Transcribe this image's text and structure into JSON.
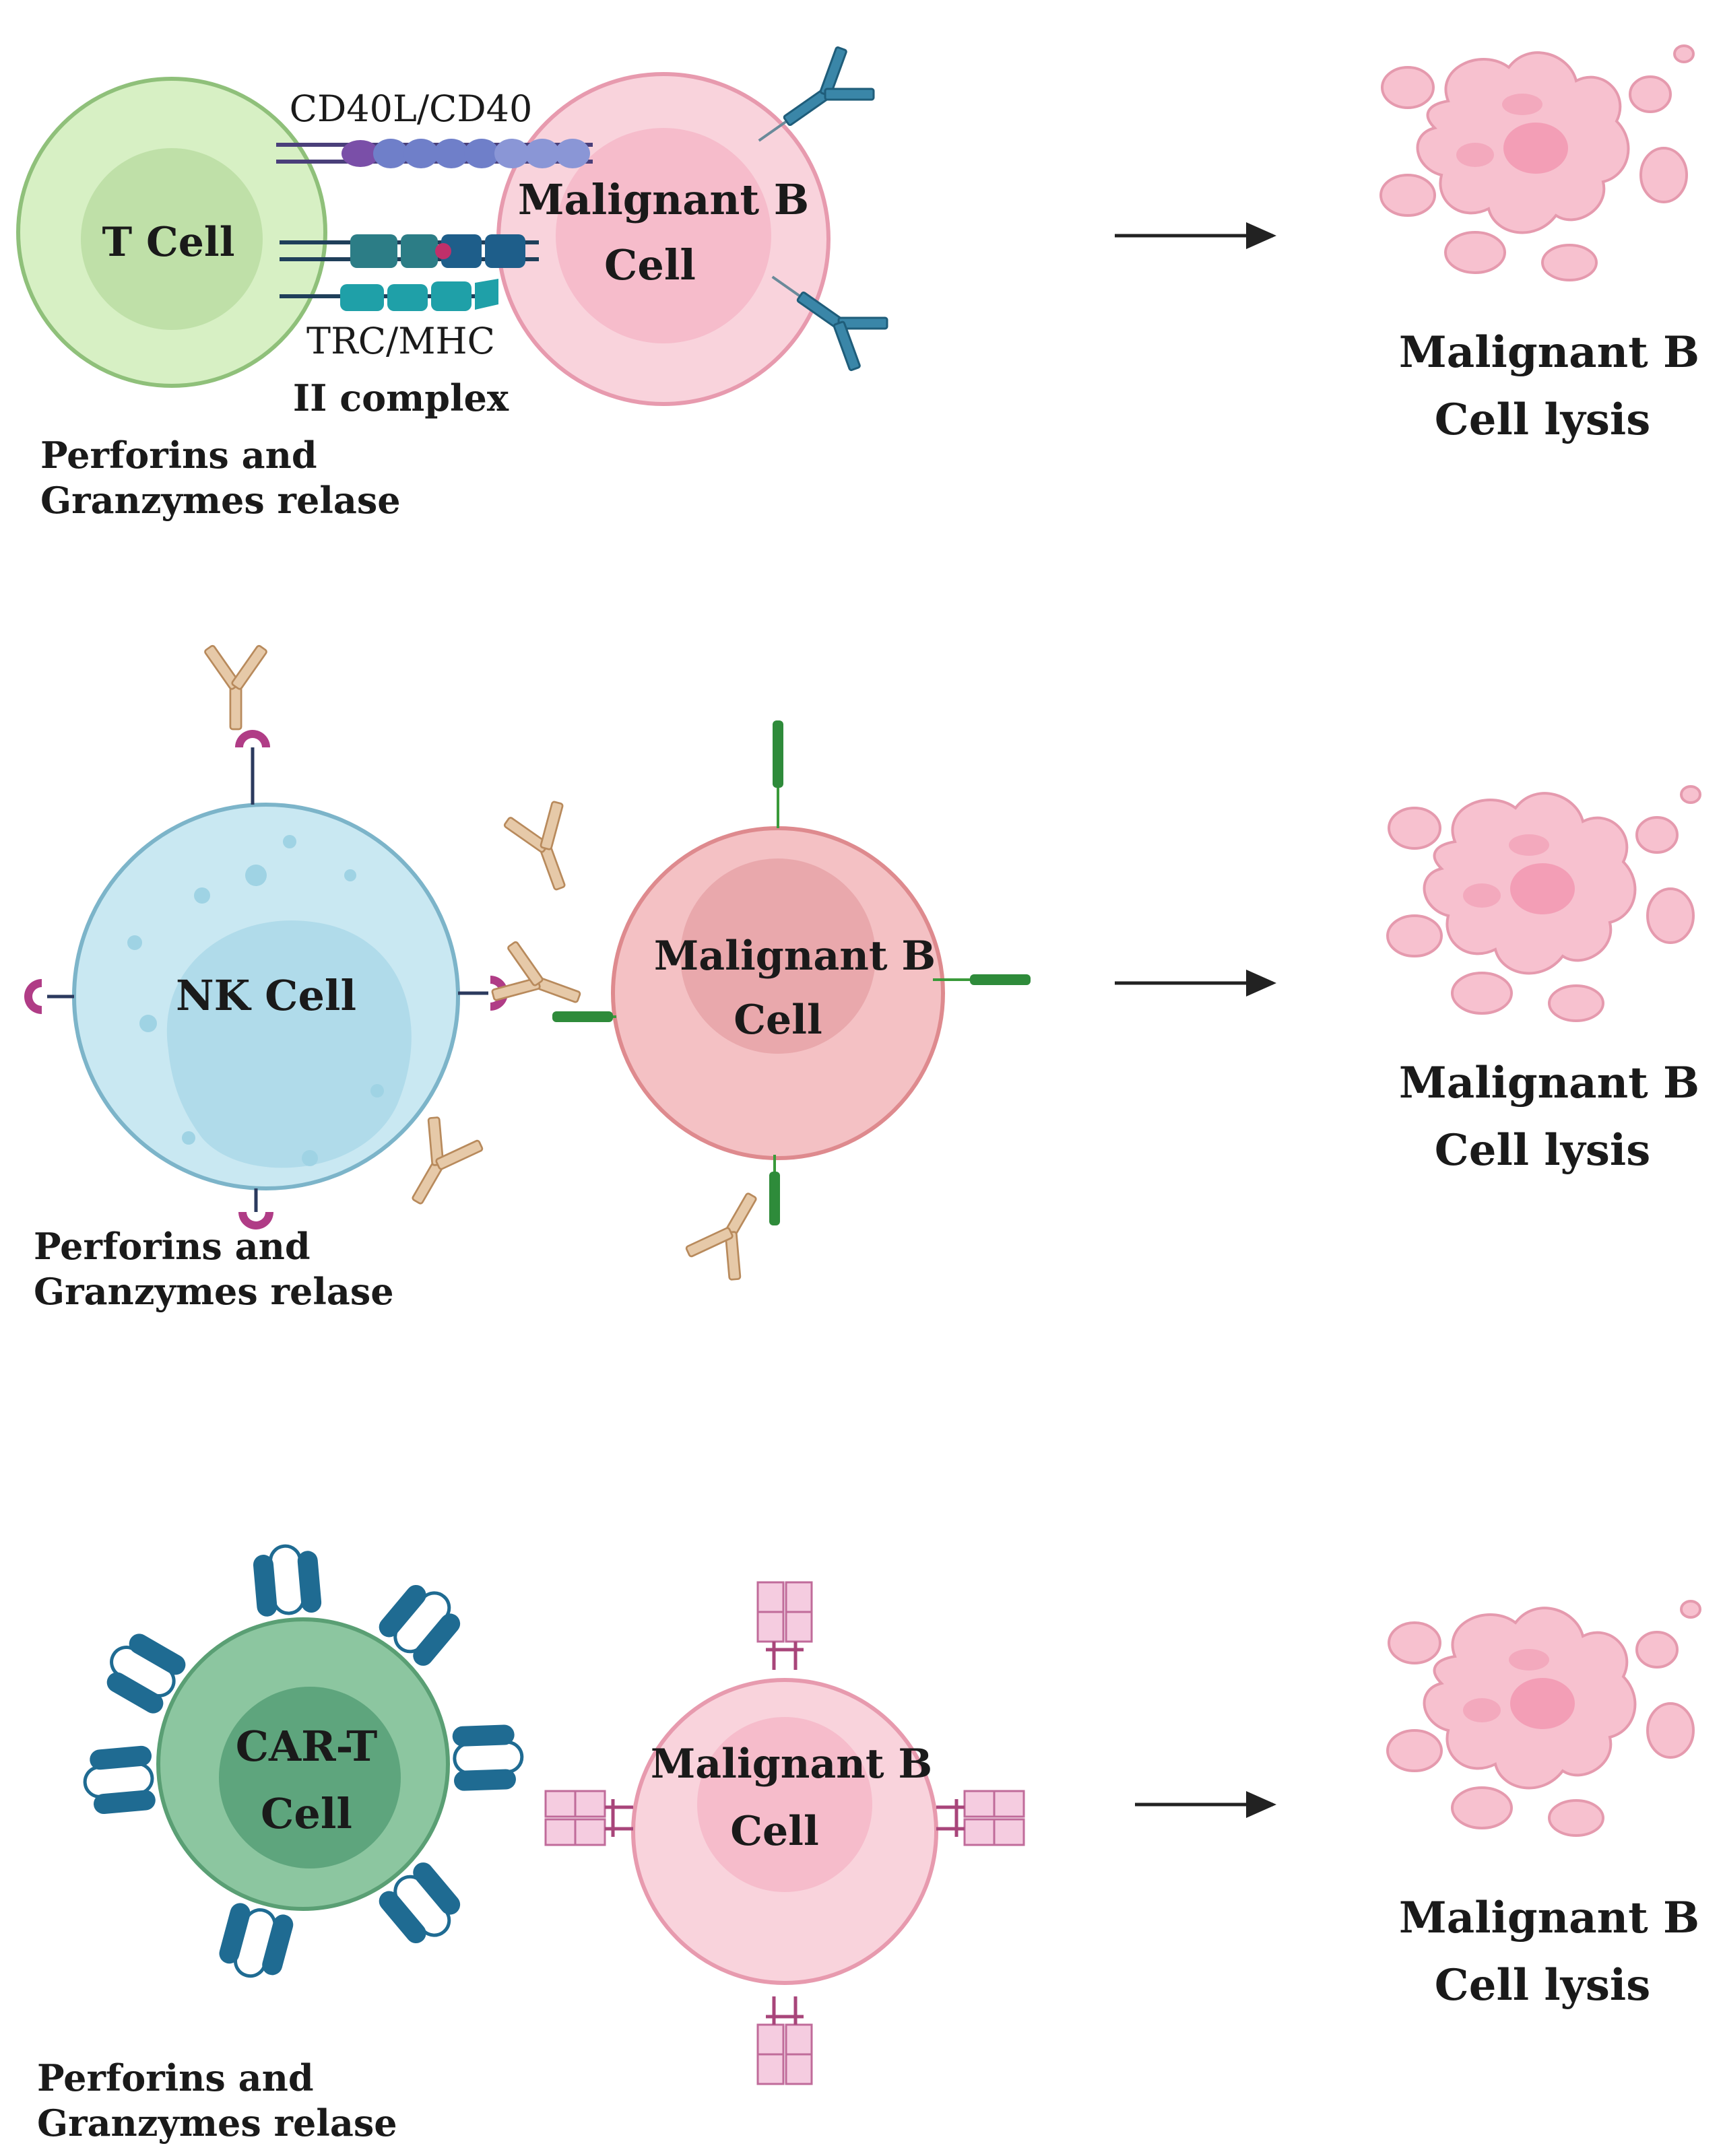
{
  "panel_top": {
    "effector_label": "T Cell",
    "target_label_line1": "Malignant B",
    "target_label_line2": "Cell",
    "receptor_top_label": "CD40L/CD40",
    "receptor_bottom_label_line1": "TRC/MHC",
    "receptor_bottom_label_line2": "II complex",
    "release_line1": "Perforins and",
    "release_line2": "Granzymes relase",
    "result_line1": "Malignant B",
    "result_line2": "Cell lysis"
  },
  "panel_middle": {
    "effector_label": "NK Cell",
    "target_label_line1": "Malignant B",
    "target_label_line2": "Cell",
    "release_line1": "Perforins and",
    "release_line2": "Granzymes relase",
    "result_line1": "Malignant B",
    "result_line2": "Cell lysis"
  },
  "panel_bottom": {
    "effector_label_line1": "CAR-T",
    "effector_label_line2": "Cell",
    "target_label_line1": "Malignant B",
    "target_label_line2": "Cell",
    "release_line1": "Perforins and",
    "release_line2": "Granzymes relase",
    "result_line1": "Malignant B",
    "result_line2": "Cell lysis"
  },
  "colors": {
    "t_cell": "#d7f0c4",
    "nk_cell": "#bfe2ef",
    "car_t_cell": "#7dbb92",
    "malignant_cell": "#f6c7d2",
    "lysed_cell": "#f7c1cf",
    "car_receptor": "#1f6b92",
    "antibody": "#c9a07a",
    "fc_receptor": "#b03c86",
    "antigen": "#3a9a3a"
  }
}
